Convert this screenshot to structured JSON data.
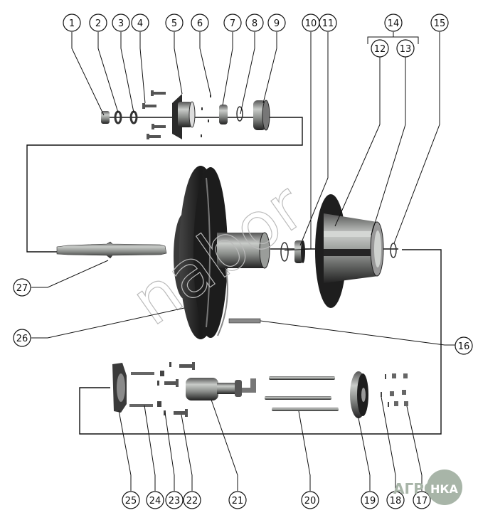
{
  "diagram": {
    "type": "exploded-parts-view",
    "callouts": [
      "1",
      "2",
      "3",
      "4",
      "5",
      "6",
      "7",
      "8",
      "9",
      "10",
      "11",
      "12",
      "13",
      "14",
      "15",
      "16",
      "17",
      "18",
      "19",
      "20",
      "21",
      "22",
      "23",
      "24",
      "25",
      "26",
      "27"
    ],
    "group_label": "14",
    "group_members": [
      "12",
      "13"
    ]
  },
  "watermark": {
    "text": "nabor"
  },
  "logo": {
    "left_text": "АГРО",
    "right_text": "НКА",
    "color": "#a8b5a8"
  },
  "colors": {
    "line": "#111111",
    "part_dark": "#1e1e1e",
    "part_mid": "#6f6f6f",
    "part_light": "#b9bdb9"
  }
}
